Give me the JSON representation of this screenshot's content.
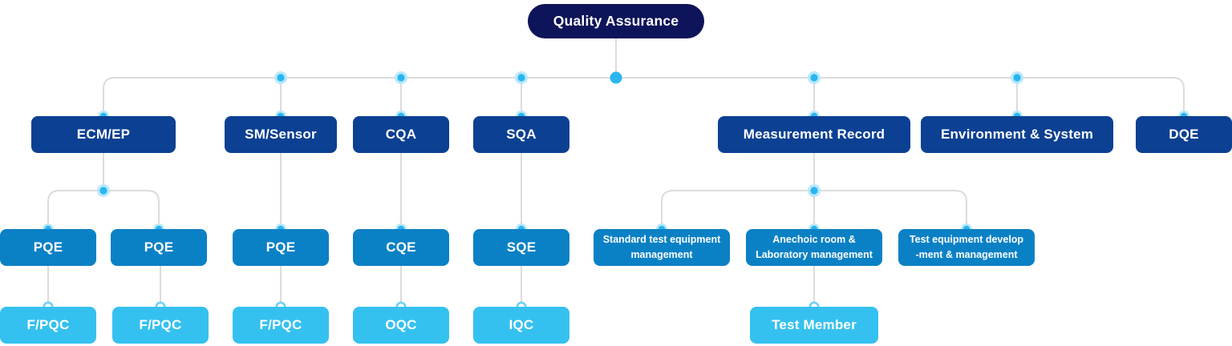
{
  "title": "Quality Assurance organization chart",
  "colors": {
    "root_navy": "#0e1459",
    "level2_blue": "#0c4093",
    "level3_blue": "#0b81c5",
    "level4_cyan": "#35c1ef",
    "dot_cyan": "#29b6f0",
    "dot_halo": "#b9e8fb",
    "line_gray": "#dcdcdc",
    "text": "#ffffff"
  },
  "nodes": {
    "qa": {
      "label": "Quality Assurance"
    },
    "ecm_ep": {
      "label": "ECM/EP"
    },
    "sm_sensor": {
      "label": "SM/Sensor"
    },
    "cqa": {
      "label": "CQA"
    },
    "sqa": {
      "label": "SQA"
    },
    "measurement_record": {
      "label": "Measurement Record"
    },
    "environment_system": {
      "label": "Environment & System"
    },
    "dqe": {
      "label": "DQE"
    },
    "pqe_1": {
      "label": "PQE"
    },
    "pqe_2": {
      "label": "PQE"
    },
    "pqe_3": {
      "label": "PQE"
    },
    "cqe": {
      "label": "CQE"
    },
    "sqe": {
      "label": "SQE"
    },
    "std_test_equipment": {
      "label": "Standard test equipment\nmanagement"
    },
    "anechoic_room": {
      "label": "Anechoic room &\nLaboratory management"
    },
    "test_equipment_dev": {
      "label": "Test equipment develop\n-ment & management"
    },
    "fpqc_1": {
      "label": "F/PQC"
    },
    "fpqc_2": {
      "label": "F/PQC"
    },
    "fpqc_3": {
      "label": "F/PQC"
    },
    "oqc": {
      "label": "OQC"
    },
    "iqc": {
      "label": "IQC"
    },
    "test_member": {
      "label": "Test Member"
    }
  },
  "hierarchy": {
    "Quality Assurance": {
      "ECM/EP": {
        "PQE": [
          "F/PQC"
        ],
        "PQE (2)": [
          "F/PQC"
        ]
      },
      "SM/Sensor": {
        "PQE": [
          "F/PQC"
        ]
      },
      "CQA": {
        "CQE": [
          "OQC"
        ]
      },
      "SQA": {
        "SQE": [
          "IQC"
        ]
      },
      "Measurement Record": {
        "Standard test equipment management": [],
        "Anechoic room & Laboratory management": [
          "Test Member"
        ],
        "Test equipment develop-ment & management": []
      },
      "Environment & System": {},
      "DQE": {}
    }
  }
}
